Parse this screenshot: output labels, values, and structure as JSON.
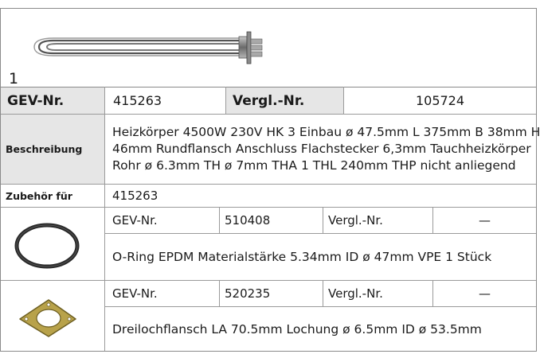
{
  "item": {
    "index_label": "1"
  },
  "main": {
    "gev_label": "GEV-Nr.",
    "gev_value": "415263",
    "vergl_label": "Vergl.-Nr.",
    "vergl_value": "105724",
    "desc_label": "Beschreibung",
    "desc_lines": [
      "Heizkörper  4500W 230V HK 3 Einbau ø 47.5mm L 375mm B 38mm H",
      "46mm Rundflansch Anschluss Flachstecker 6,3mm Tauchheizkörper",
      "Rohr ø 6.3mm TH ø 7mm THA 1 THL 240mm THP nicht anliegend"
    ],
    "accessory_label": "Zubehör für",
    "accessory_value": "415263"
  },
  "accessories": [
    {
      "icon": "o-ring-icon",
      "gev_label": "GEV-Nr.",
      "gev_value": "510408",
      "vergl_label": "Vergl.-Nr.",
      "vergl_value": "—",
      "description": "O-Ring  EPDM Materialstärke 5.34mm ID ø 47mm VPE 1 Stück"
    },
    {
      "icon": "flange-icon",
      "gev_label": "GEV-Nr.",
      "gev_value": "520235",
      "vergl_label": "Vergl.-Nr.",
      "vergl_value": "—",
      "description": "Dreilochflansch  LA 70.5mm Lochung ø 6.5mm ID ø 53.5mm"
    }
  ],
  "colors": {
    "header_gray": "#e6e6e6",
    "border": "#9a9a9a"
  }
}
